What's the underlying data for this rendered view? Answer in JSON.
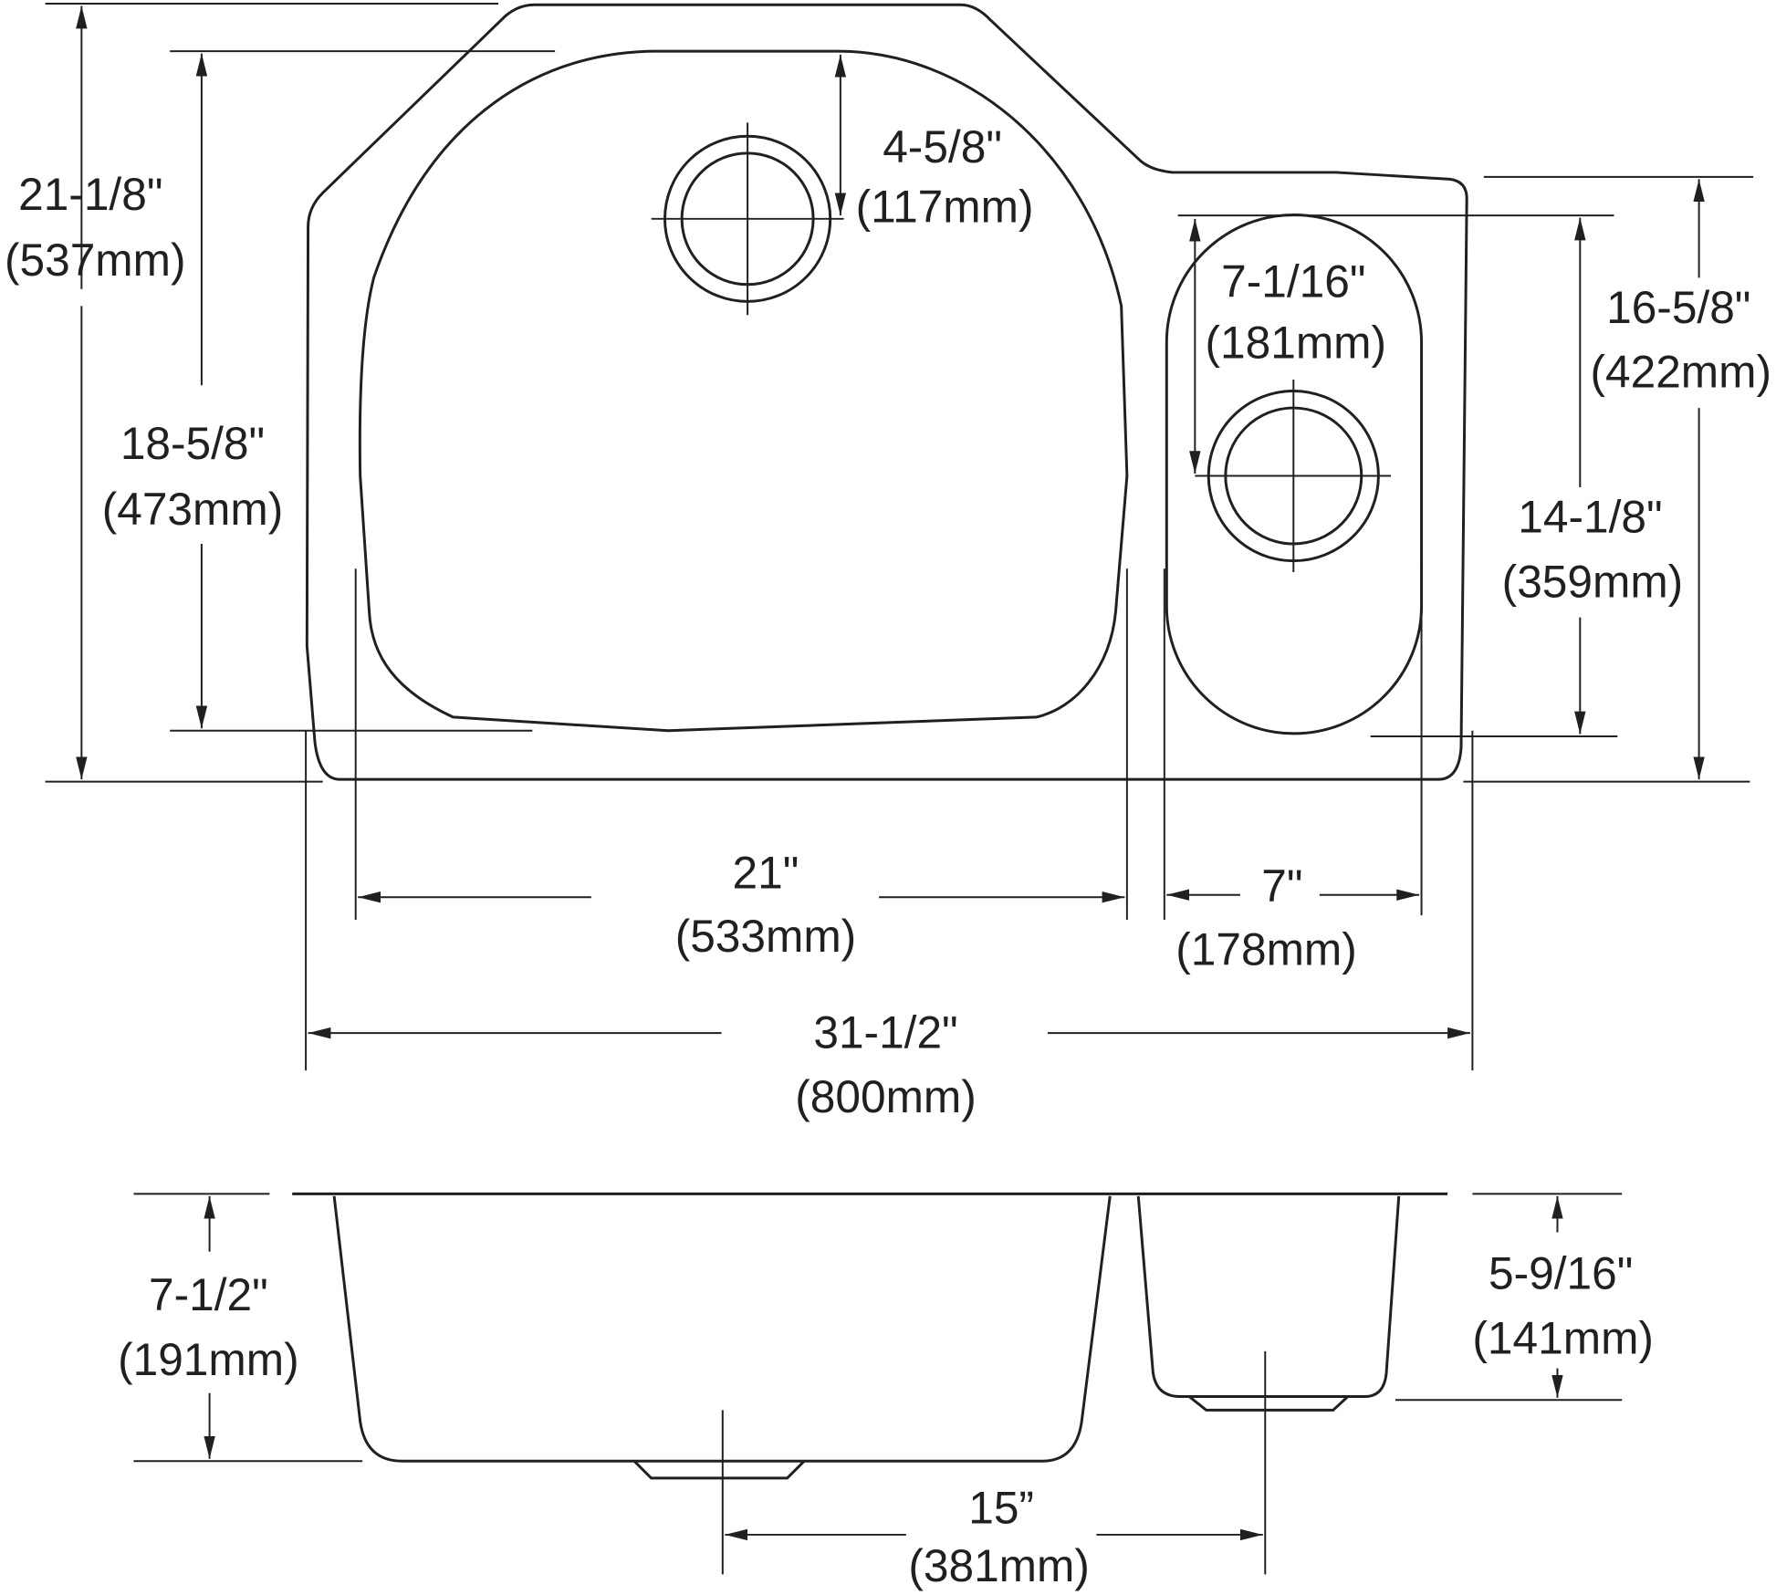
{
  "title": "Undermount double bowl sink dimension drawing",
  "colors": {
    "line": "#231f20",
    "background": "#ffffff"
  },
  "plan_view": {
    "overall_depth": {
      "imperial": "21-1/8\"",
      "metric": "(537mm)"
    },
    "large_bowl_depth": {
      "imperial": "18-5/8\"",
      "metric": "(473mm)"
    },
    "large_drain_offset": {
      "imperial": "4-5/8\"",
      "metric": "(117mm)"
    },
    "small_drain_offset": {
      "imperial": "7-1/16\"",
      "metric": "(181mm)"
    },
    "right_ledge_depth": {
      "imperial": "16-5/8\"",
      "metric": "(422mm)"
    },
    "small_bowl_depth": {
      "imperial": "14-1/8\"",
      "metric": "(359mm)"
    },
    "large_bowl_width": {
      "imperial": "21\"",
      "metric": "(533mm)"
    },
    "small_bowl_width": {
      "imperial": "7\"",
      "metric": "(178mm)"
    },
    "overall_width": {
      "imperial": "31-1/2\"",
      "metric": "(800mm)"
    }
  },
  "side_view": {
    "large_bowl_height": {
      "imperial": "7-1/2\"",
      "metric": "(191mm)"
    },
    "small_bowl_height": {
      "imperial": "5-9/16\"",
      "metric": "(141mm)"
    },
    "drain_spacing": {
      "imperial": "15”",
      "metric": "(381mm)"
    }
  }
}
